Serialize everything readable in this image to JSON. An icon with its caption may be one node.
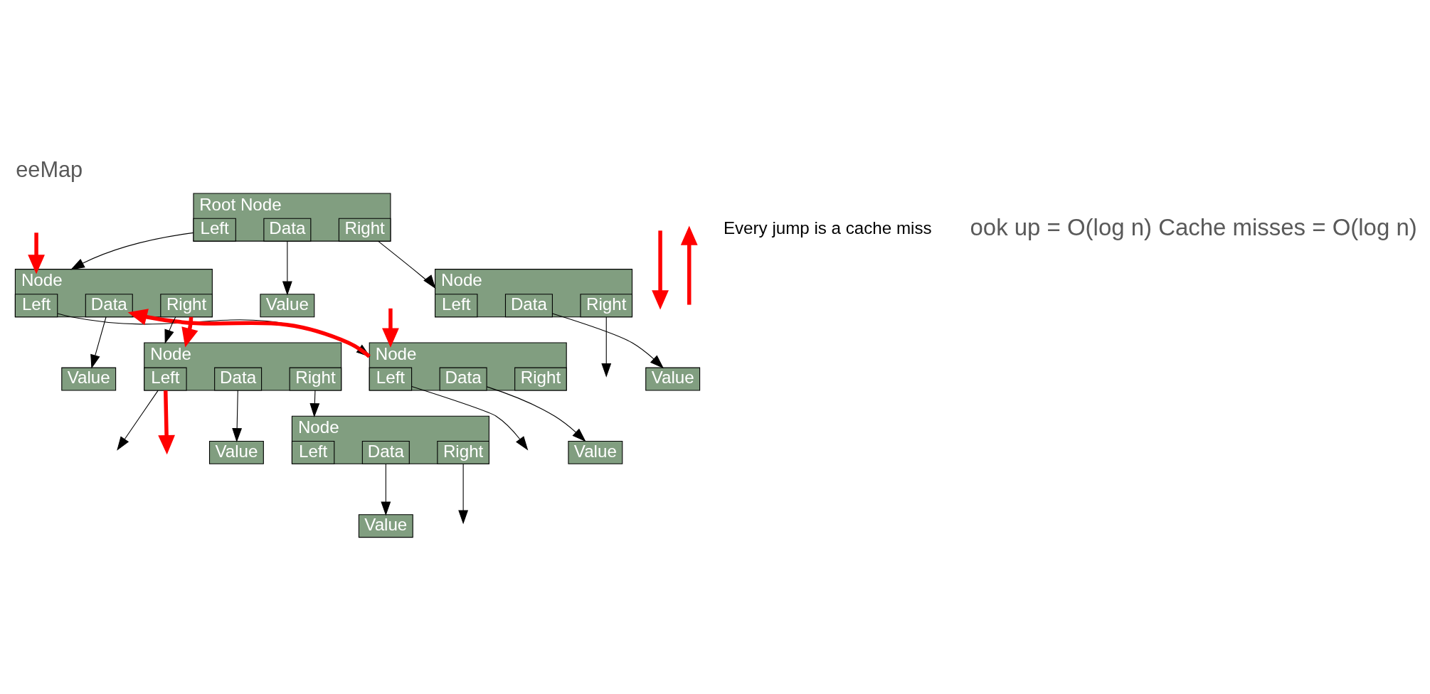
{
  "diagram": {
    "title": "eeMap",
    "nodes": [
      {
        "text": [
          "Root Node"
        ]
      },
      {
        "text": [
          "Left"
        ],
        "in": 0
      },
      {
        "text": [
          "Data"
        ],
        "in": 0
      },
      {
        "text": [
          "Right"
        ],
        "in": 0
      },
      {
        "text": [
          "Value"
        ]
      },
      {
        "text": [
          "Node"
        ]
      },
      {
        "text": [
          "Left"
        ],
        "in": 5
      },
      {
        "text": [
          "Data"
        ],
        "in": 5
      },
      {
        "text": [
          "Right"
        ],
        "in": 5
      },
      {
        "text": [
          "Value"
        ]
      },
      {
        "text": [
          "Node"
        ]
      },
      {
        "text": [
          "Left"
        ],
        "in": 10
      },
      {
        "text": [
          "Data"
        ],
        "in": 10
      },
      {
        "text": [
          "Right"
        ],
        "in": 10
      },
      {
        "text": [
          "Value"
        ]
      },
      {
        "text": [
          "Node"
        ]
      },
      {
        "text": [
          "Left"
        ],
        "in": 15
      },
      {
        "text": [
          "Data"
        ],
        "in": 15
      },
      {
        "text": [
          "Right"
        ],
        "in": 15
      },
      {
        "text": [
          "Value"
        ]
      },
      {
        "text": [
          "Node"
        ]
      },
      {
        "text": [
          "Left"
        ],
        "in": 20
      },
      {
        "text": [
          "Data"
        ],
        "in": 20
      },
      {
        "text": [
          "Right"
        ],
        "in": 20
      },
      {
        "text": [
          "Value"
        ]
      },
      {
        "text": [
          "Node"
        ]
      },
      {
        "text": [
          "Left"
        ],
        "in": 25
      },
      {
        "text": [
          "Data"
        ],
        "in": 25
      },
      {
        "text": [
          "Right"
        ],
        "in": 25
      },
      {
        "text": [
          "Value"
        ]
      }
    ],
    "edges": [
      {
        "from": 1,
        "to": 5,
        "arrow": "to"
      },
      {
        "from": 2,
        "to": 4,
        "arrow": "to"
      },
      {
        "from": 3,
        "to": 10,
        "arrow": "to"
      },
      {
        "from": 6,
        "to": 15,
        "arrow": "to"
      },
      {
        "from": 7,
        "to": 9,
        "arrow": "to"
      },
      {
        "from": 8,
        "to": 20,
        "arrow": "to"
      },
      {
        "from": 12,
        "to": 14,
        "arrow": "to"
      },
      {
        "from": 13,
        "to": null,
        "arrow": "to"
      },
      {
        "from": 16,
        "to": null,
        "arrow": "to"
      },
      {
        "from": 17,
        "to": 19,
        "arrow": "to"
      },
      {
        "from": 21,
        "to": null,
        "arrow": "to"
      },
      {
        "from": 22,
        "to": 24,
        "arrow": "to"
      },
      {
        "from": 23,
        "to": 25,
        "arrow": "to"
      },
      {
        "from": 27,
        "to": 29,
        "arrow": "to"
      },
      {
        "from": 28,
        "to": null,
        "arrow": "to"
      },
      {
        "from": null,
        "to": 5,
        "arrow": "to",
        "style": "thick",
        "color": "#ff0000"
      },
      {
        "from": null,
        "to": 15,
        "arrow": "to",
        "style": "thick",
        "color": "#ff0000"
      },
      {
        "from": 15,
        "to": 7,
        "arrow": "to",
        "style": "thick",
        "color": "#ff0000"
      },
      {
        "from": 8,
        "to": 20,
        "arrow": "to",
        "style": "thick",
        "color": "#ff0000"
      },
      {
        "from": 21,
        "to": null,
        "arrow": "to",
        "style": "thick",
        "color": "#ff0000"
      }
    ],
    "labels": [
      "Every jump is a cache miss",
      "ook up = O(log n) Cache misses = O(log n)"
    ]
  }
}
